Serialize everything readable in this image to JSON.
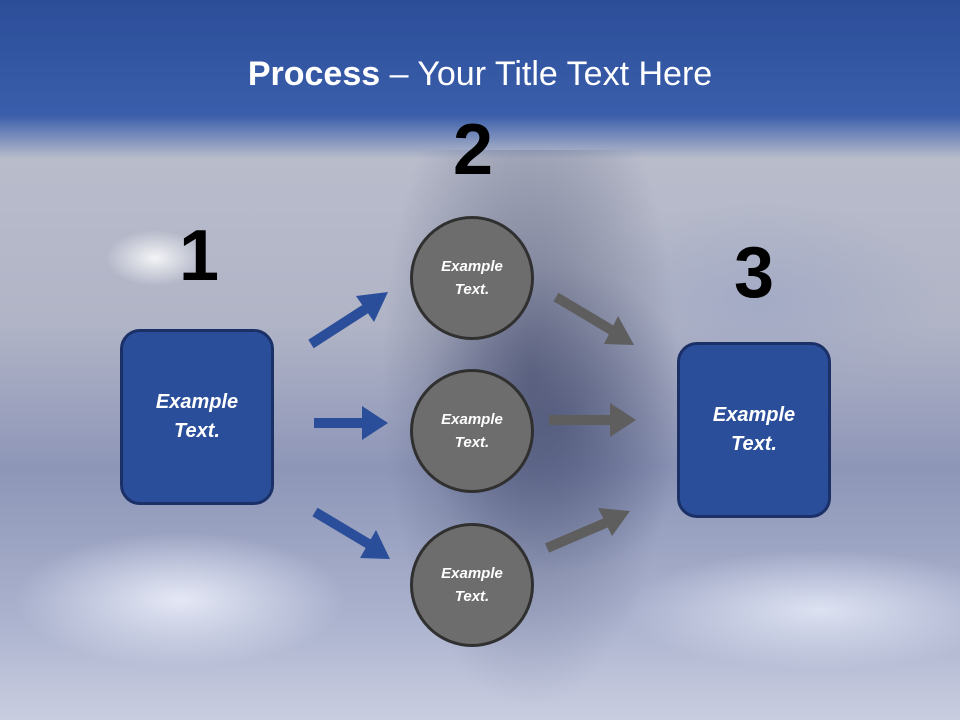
{
  "title": {
    "bold": "Process",
    "rest": " – Your Title Text Here"
  },
  "steps": {
    "one": "1",
    "two": "2",
    "three": "3"
  },
  "left_box": {
    "line1": "Example",
    "line2": "Text."
  },
  "right_box": {
    "line1": "Example",
    "line2": "Text."
  },
  "circles": [
    {
      "line1": "Example",
      "line2": "Text."
    },
    {
      "line1": "Example",
      "line2": "Text."
    },
    {
      "line1": "Example",
      "line2": "Text."
    }
  ],
  "colors": {
    "box": "#2b4e9a",
    "circle": "#6d6d6d",
    "arrow_blue": "#2b4e9a",
    "arrow_gray": "#5e5e5e"
  }
}
